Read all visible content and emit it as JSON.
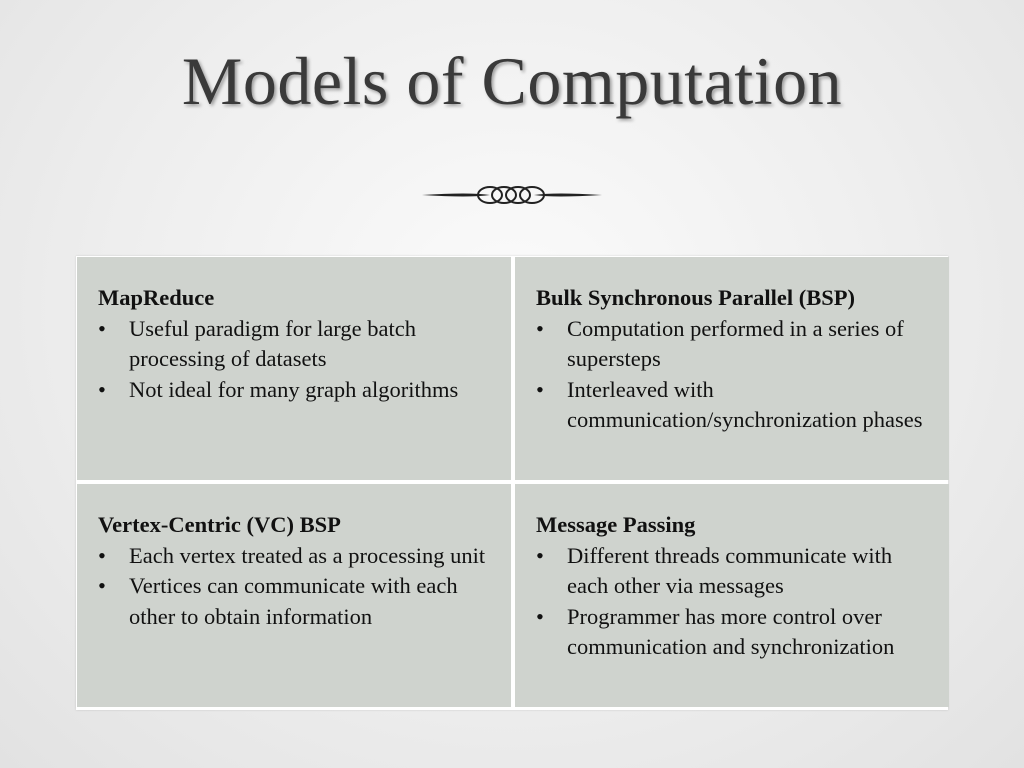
{
  "slide": {
    "title": "Models of Computation"
  },
  "colors": {
    "background": "#eeeeee",
    "cell_fill": "#cfd3ce",
    "title_text": "#3a3a3a"
  },
  "cells": [
    {
      "heading": "MapReduce",
      "bullets": [
        "Useful paradigm for large batch processing of datasets",
        "Not ideal for many graph algorithms"
      ]
    },
    {
      "heading": "Bulk Synchronous Parallel (BSP)",
      "bullets": [
        "Computation performed in a series of supersteps",
        "Interleaved with communication/synchronization phases"
      ]
    },
    {
      "heading": "Vertex-Centric (VC) BSP",
      "bullets": [
        "Each vertex treated as a processing unit",
        "Vertices can communicate with each other to obtain information"
      ]
    },
    {
      "heading": "Message Passing",
      "bullets": [
        "Different threads communicate with each other via messages",
        "Programmer has more control over communication and synchronization"
      ]
    }
  ]
}
